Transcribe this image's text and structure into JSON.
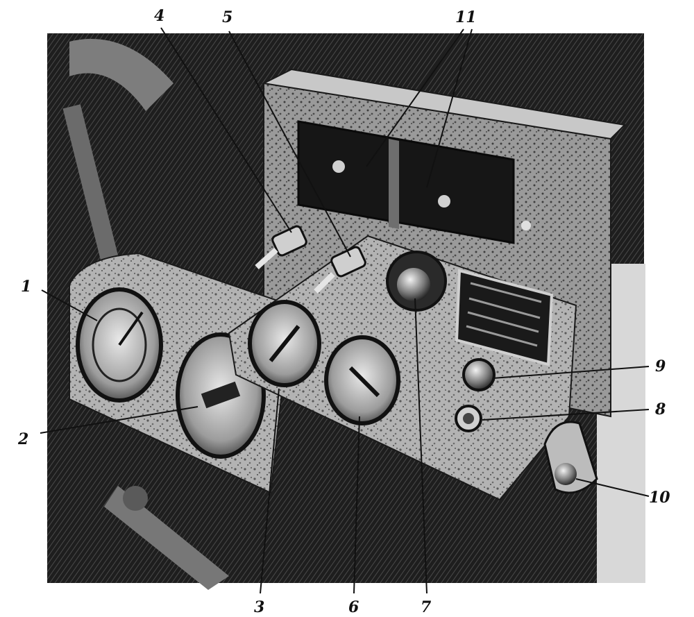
{
  "figure": {
    "callouts": [
      {
        "id": "1",
        "text": "1"
      },
      {
        "id": "2",
        "text": "2"
      },
      {
        "id": "3",
        "text": "3"
      },
      {
        "id": "4",
        "text": "4"
      },
      {
        "id": "5",
        "text": "5"
      },
      {
        "id": "6",
        "text": "6"
      },
      {
        "id": "7",
        "text": "7"
      },
      {
        "id": "8",
        "text": "8"
      },
      {
        "id": "9",
        "text": "9"
      },
      {
        "id": "10",
        "text": "10"
      },
      {
        "id": "11",
        "text": "11"
      }
    ],
    "colors": {
      "ink": "#111111",
      "dark_background": "#262626",
      "panel_light": "#bdbdbd",
      "panel_mid": "#8e8e8e",
      "paper": "#ffffff"
    }
  }
}
